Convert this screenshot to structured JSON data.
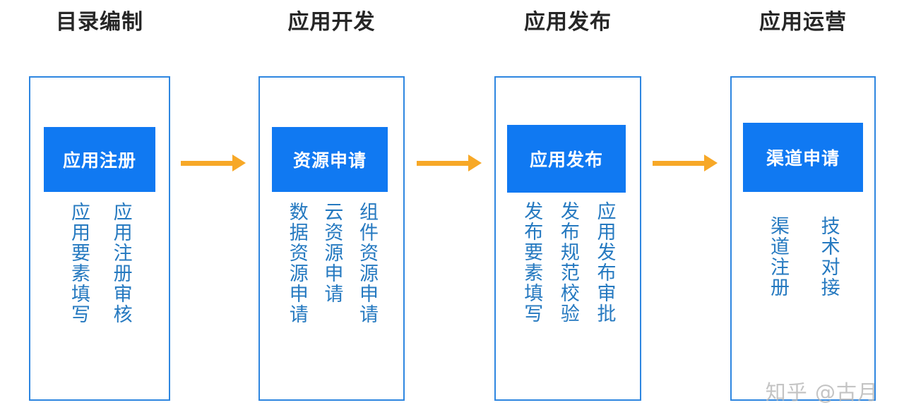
{
  "diagram": {
    "type": "flow",
    "orientation": "left-to-right",
    "colors": {
      "chip_fill": "#1079f2",
      "box_border": "#2e86e0",
      "arrow": "#f7a827",
      "sub_text": "#2579c0",
      "title_text": "#262626",
      "background": "#ffffff"
    },
    "stages": [
      {
        "title": "目录编制",
        "chip": "应用注册",
        "items": [
          "应用注册审核",
          "应用要素填写"
        ]
      },
      {
        "title": "应用开发",
        "chip": "资源申请",
        "items": [
          "组件资源申请",
          "云资源申请",
          "数据资源申请"
        ]
      },
      {
        "title": "应用发布",
        "chip": "应用发布",
        "items": [
          "应用发布审批",
          "发布规范校验",
          "发布要素填写"
        ]
      },
      {
        "title": "应用运营",
        "chip": "渠道申请",
        "items": [
          "技术对接",
          "渠道注册"
        ]
      }
    ],
    "connectors": [
      {
        "from": "目录编制",
        "to": "应用开发"
      },
      {
        "from": "应用开发",
        "to": "应用发布"
      },
      {
        "from": "应用发布",
        "to": "应用运营"
      }
    ]
  },
  "watermark": {
    "text": "知乎 @古月"
  }
}
